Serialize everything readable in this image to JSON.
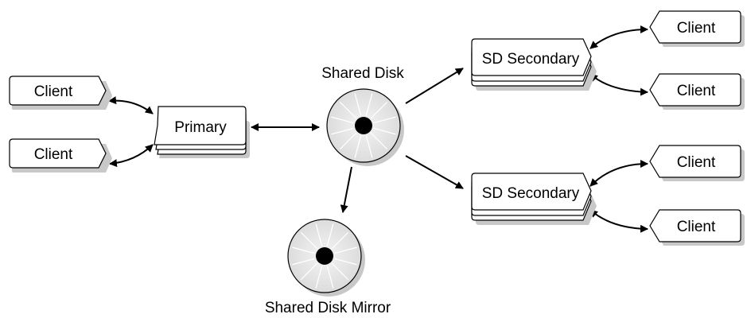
{
  "diagram": {
    "nodes": {
      "client_left_top": "Client",
      "client_left_bottom": "Client",
      "primary": "Primary",
      "shared_disk": "Shared Disk",
      "shared_disk_mirror": "Shared Disk Mirror",
      "sd_secondary_top": "SD Secondary",
      "sd_secondary_bottom": "SD Secondary",
      "client_right_1": "Client",
      "client_right_2": "Client",
      "client_right_3": "Client",
      "client_right_4": "Client"
    },
    "edges": [
      {
        "from": "client_left_top",
        "to": "primary",
        "direction": "both"
      },
      {
        "from": "client_left_bottom",
        "to": "primary",
        "direction": "both"
      },
      {
        "from": "primary",
        "to": "shared_disk",
        "direction": "both"
      },
      {
        "from": "shared_disk",
        "to": "shared_disk_mirror",
        "direction": "forward"
      },
      {
        "from": "shared_disk",
        "to": "sd_secondary_top",
        "direction": "forward"
      },
      {
        "from": "shared_disk",
        "to": "sd_secondary_bottom",
        "direction": "forward"
      },
      {
        "from": "sd_secondary_top",
        "to": "client_right_1",
        "direction": "both"
      },
      {
        "from": "sd_secondary_top",
        "to": "client_right_2",
        "direction": "both"
      },
      {
        "from": "sd_secondary_bottom",
        "to": "client_right_3",
        "direction": "both"
      },
      {
        "from": "sd_secondary_bottom",
        "to": "client_right_4",
        "direction": "both"
      }
    ],
    "colors": {
      "outline": "#000000",
      "shadow": "#c8c8c8",
      "disk_fill": "#e2e2e2",
      "background": "#ffffff"
    }
  }
}
